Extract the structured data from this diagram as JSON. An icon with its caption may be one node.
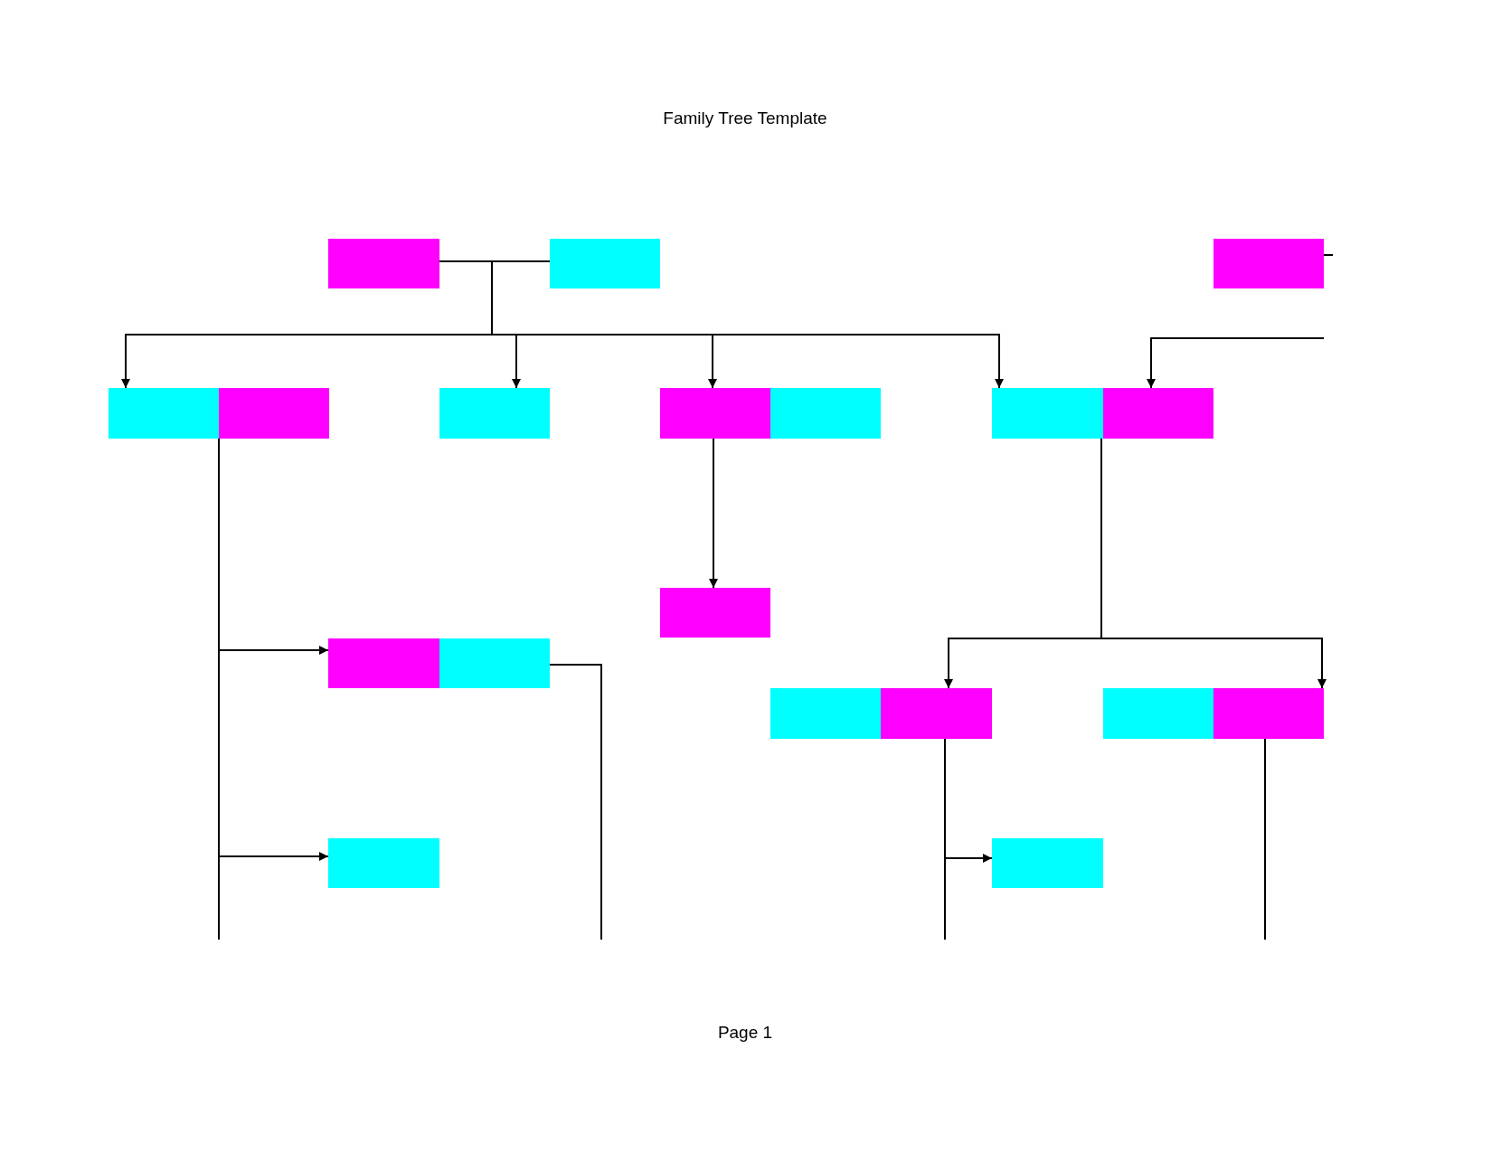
{
  "diagram": {
    "title": "Family Tree Template",
    "nodes": [
      {
        "text": [],
        "shape": "box"
      },
      {
        "text": [],
        "shape": "box"
      },
      {
        "text": [],
        "shape": "box"
      },
      {
        "text": [],
        "shape": "box"
      },
      {
        "text": [],
        "shape": "box"
      },
      {
        "text": [],
        "shape": "box"
      },
      {
        "text": [],
        "shape": "box"
      },
      {
        "text": [],
        "shape": "box"
      },
      {
        "text": [],
        "shape": "box"
      },
      {
        "text": [],
        "shape": "box"
      },
      {
        "text": [],
        "shape": "box"
      },
      {
        "text": [],
        "shape": "box"
      },
      {
        "text": [],
        "shape": "box"
      },
      {
        "text": [],
        "shape": "box"
      },
      {
        "text": [],
        "shape": "box"
      },
      {
        "text": [],
        "shape": "box"
      },
      {
        "text": [],
        "shape": "box"
      },
      {
        "text": [],
        "shape": "box"
      },
      {
        "text": [],
        "shape": "box"
      }
    ],
    "edges": [
      {
        "from": 0,
        "to": 1,
        "arrow": "none"
      },
      {
        "from": 0,
        "to": 3,
        "arrow": "to"
      },
      {
        "from": 0,
        "to": 5,
        "arrow": "to"
      },
      {
        "from": 0,
        "to": 6,
        "arrow": "to"
      },
      {
        "from": 0,
        "to": 8,
        "arrow": "to"
      },
      {
        "from": 2,
        "to": null,
        "arrow": "none"
      },
      {
        "from": null,
        "to": 9,
        "arrow": "to"
      },
      {
        "from": 4,
        "to": 11,
        "arrow": "to"
      },
      {
        "from": 4,
        "to": 17,
        "arrow": "to"
      },
      {
        "from": 4,
        "to": null,
        "arrow": "none"
      },
      {
        "from": 12,
        "to": null,
        "arrow": "none"
      },
      {
        "from": 6,
        "to": 10,
        "arrow": "to"
      },
      {
        "from": 8,
        "to": 14,
        "arrow": "to"
      },
      {
        "from": 8,
        "to": 16,
        "arrow": "to"
      },
      {
        "from": 14,
        "to": 18,
        "arrow": "to"
      },
      {
        "from": 14,
        "to": null,
        "arrow": "none"
      },
      {
        "from": 16,
        "to": null,
        "arrow": "none"
      }
    ],
    "labels": [
      "Page 1"
    ]
  }
}
